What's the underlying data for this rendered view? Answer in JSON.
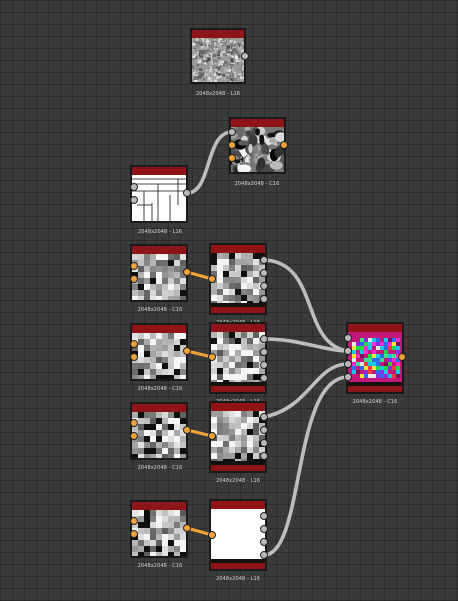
{
  "nodes": [
    {
      "id": "noise-top",
      "caption": "2048x2048 - L16",
      "thumb": "noise-fine"
    },
    {
      "id": "noise-warp",
      "caption": "2048x2048 - C16",
      "thumb": "noise-blotch"
    },
    {
      "id": "planks",
      "caption": "2048x2048 - L16",
      "thumb": "lines"
    },
    {
      "id": "cells-1",
      "caption": "2048x2048 - C16",
      "thumb": "cells"
    },
    {
      "id": "blend-1",
      "caption": "2048x2048 - L16",
      "thumb": "cells"
    },
    {
      "id": "cells-2",
      "caption": "2048x2048 - C16",
      "thumb": "cells"
    },
    {
      "id": "blend-2",
      "caption": "2048x2048 - L16",
      "thumb": "cells"
    },
    {
      "id": "cells-3",
      "caption": "2048x2048 - C16",
      "thumb": "cells"
    },
    {
      "id": "blend-3",
      "caption": "2048x2048 - L16",
      "thumb": "cells"
    },
    {
      "id": "cells-4",
      "caption": "2048x2048 - C16",
      "thumb": "cells"
    },
    {
      "id": "solid-white",
      "caption": "2048x2048 - L16",
      "thumb": "white"
    },
    {
      "id": "merge-color",
      "caption": "2048x2048 - C16",
      "thumb": "color"
    }
  ]
}
